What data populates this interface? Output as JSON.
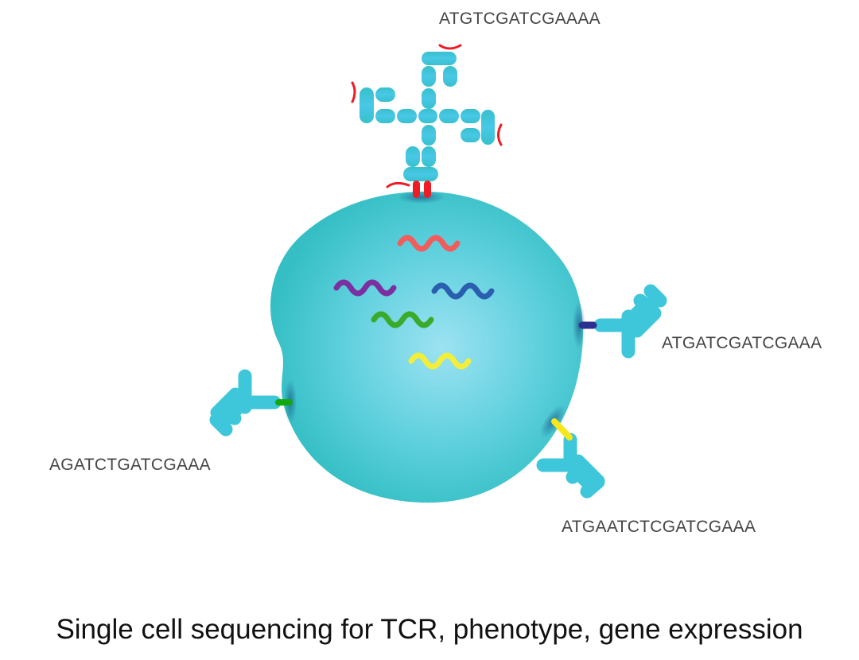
{
  "labels": {
    "tcr_barcode": "ATGTCGATCGAAAA",
    "right_antibody_barcode": "ATGATCGATCGAAA",
    "left_antibody_barcode": "AGATCTGATCGAAA",
    "lower_antibody_barcode": "ATGAATCTCGATCGAAA"
  },
  "caption": "Single cell sequencing for TCR, phenotype, gene expression",
  "colors": {
    "cell": "#3cc2c8",
    "antibody": "#3ec6da",
    "tcr_tag": "#ee1c25",
    "mrna": [
      "#f25c5c",
      "#7b2fa0",
      "#2a5fb0",
      "#3aaa2a",
      "#f3ee3a"
    ],
    "right_tag": "#2b3191",
    "left_tag": "#12a812",
    "lower_tag": "#f7e61c"
  }
}
